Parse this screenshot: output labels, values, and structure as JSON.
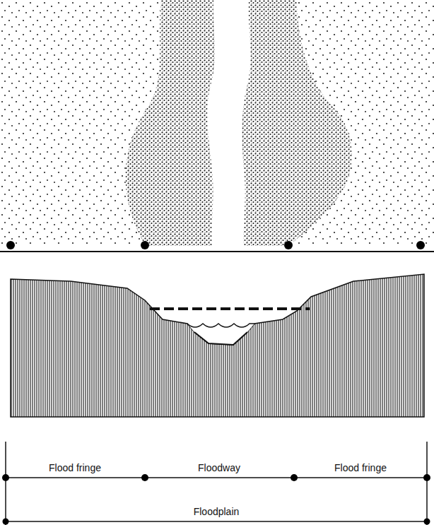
{
  "diagram": {
    "labels": [
      "Flood fringe",
      "Floodway",
      "Flood fringe",
      "Floodplain"
    ]
  }
}
